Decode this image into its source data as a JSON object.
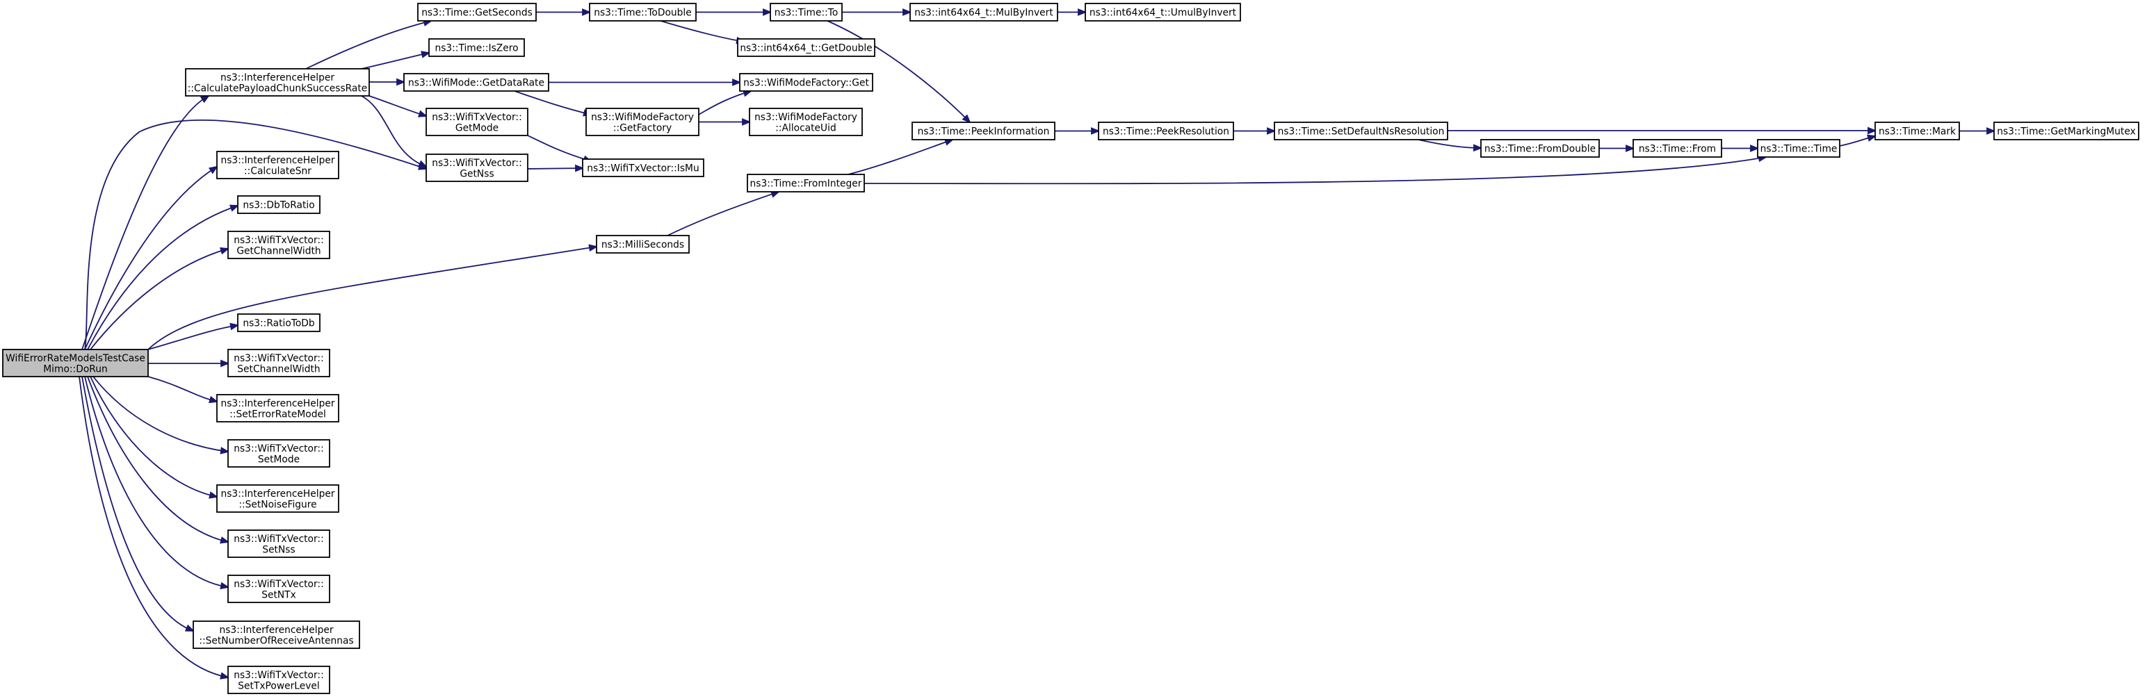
{
  "graph": {
    "root": [
      "WifiErrorRateModelsTestCase",
      "Mimo::DoRun"
    ],
    "nodes": {
      "root": [
        "WifiErrorRateModelsTestCase",
        "Mimo::DoRun"
      ],
      "calcPayload": [
        "ns3::InterferenceHelper",
        "::CalculatePayloadChunkSuccessRate"
      ],
      "calcSnr": [
        "ns3::InterferenceHelper",
        "::CalculateSnr"
      ],
      "dbToRatio": [
        "ns3::DbToRatio"
      ],
      "getChannelWidth": [
        "ns3::WifiTxVector::",
        "GetChannelWidth"
      ],
      "ratioToDb": [
        "ns3::RatioToDb"
      ],
      "setChannelWidth": [
        "ns3::WifiTxVector::",
        "SetChannelWidth"
      ],
      "setErrorRateModel": [
        "ns3::InterferenceHelper",
        "::SetErrorRateModel"
      ],
      "setMode": [
        "ns3::WifiTxVector::",
        "SetMode"
      ],
      "setNoiseFigure": [
        "ns3::InterferenceHelper",
        "::SetNoiseFigure"
      ],
      "setNss": [
        "ns3::WifiTxVector::",
        "SetNss"
      ],
      "setNTx": [
        "ns3::WifiTxVector::",
        "SetNTx"
      ],
      "setNumRx": [
        "ns3::InterferenceHelper",
        "::SetNumberOfReceiveAntennas"
      ],
      "setTxPower": [
        "ns3::WifiTxVector::",
        "SetTxPowerLevel"
      ],
      "getSeconds": [
        "ns3::Time::GetSeconds"
      ],
      "isZero": [
        "ns3::Time::IsZero"
      ],
      "getDataRate": [
        "ns3::WifiMode::GetDataRate"
      ],
      "getMode": [
        "ns3::WifiTxVector::",
        "GetMode"
      ],
      "getNss": [
        "ns3::WifiTxVector::",
        "GetNss"
      ],
      "milliSeconds": [
        "ns3::MilliSeconds"
      ],
      "toDouble": [
        "ns3::Time::ToDouble"
      ],
      "getFactory": [
        "ns3::WifiModeFactory",
        "::GetFactory"
      ],
      "isMu": [
        "ns3::WifiTxVector::IsMu"
      ],
      "timeTo": [
        "ns3::Time::To"
      ],
      "int64GetDouble": [
        "ns3::int64x64_t::GetDouble"
      ],
      "factoryGet": [
        "ns3::WifiModeFactory::Get"
      ],
      "allocateUid": [
        "ns3::WifiModeFactory",
        "::AllocateUid"
      ],
      "fromInteger": [
        "ns3::Time::FromInteger"
      ],
      "mulByInvert": [
        "ns3::int64x64_t::MulByInvert"
      ],
      "umulByInvert": [
        "ns3::int64x64_t::UmulByInvert"
      ],
      "peekInfo": [
        "ns3::Time::PeekInformation"
      ],
      "peekRes": [
        "ns3::Time::PeekResolution"
      ],
      "setDefaultNs": [
        "ns3::Time::SetDefaultNsResolution"
      ],
      "fromDouble": [
        "ns3::Time::FromDouble"
      ],
      "timeFrom": [
        "ns3::Time::From"
      ],
      "timeCtor": [
        "ns3::Time::Time"
      ],
      "mark": [
        "ns3::Time::Mark"
      ],
      "getMarkingMutex": [
        "ns3::Time::GetMarkingMutex"
      ]
    },
    "edges": [
      [
        "root",
        "calcPayload"
      ],
      [
        "root",
        "calcSnr"
      ],
      [
        "root",
        "dbToRatio"
      ],
      [
        "root",
        "getChannelWidth"
      ],
      [
        "root",
        "getNss"
      ],
      [
        "root",
        "milliSeconds"
      ],
      [
        "root",
        "ratioToDb"
      ],
      [
        "root",
        "setChannelWidth"
      ],
      [
        "root",
        "setErrorRateModel"
      ],
      [
        "root",
        "setMode"
      ],
      [
        "root",
        "setNoiseFigure"
      ],
      [
        "root",
        "setNss"
      ],
      [
        "root",
        "setNTx"
      ],
      [
        "root",
        "setNumRx"
      ],
      [
        "root",
        "setTxPower"
      ],
      [
        "calcPayload",
        "getSeconds"
      ],
      [
        "calcPayload",
        "isZero"
      ],
      [
        "calcPayload",
        "getDataRate"
      ],
      [
        "calcPayload",
        "getMode"
      ],
      [
        "calcPayload",
        "getNss"
      ],
      [
        "getSeconds",
        "toDouble"
      ],
      [
        "toDouble",
        "timeTo"
      ],
      [
        "toDouble",
        "int64GetDouble"
      ],
      [
        "timeTo",
        "mulByInvert"
      ],
      [
        "timeTo",
        "peekInfo"
      ],
      [
        "mulByInvert",
        "umulByInvert"
      ],
      [
        "getDataRate",
        "getFactory"
      ],
      [
        "getDataRate",
        "factoryGet"
      ],
      [
        "getFactory",
        "factoryGet"
      ],
      [
        "getFactory",
        "allocateUid"
      ],
      [
        "getMode",
        "isMu"
      ],
      [
        "getNss",
        "isMu"
      ],
      [
        "milliSeconds",
        "fromInteger"
      ],
      [
        "fromInteger",
        "peekInfo"
      ],
      [
        "fromInteger",
        "timeCtor"
      ],
      [
        "peekInfo",
        "peekRes"
      ],
      [
        "peekRes",
        "setDefaultNs"
      ],
      [
        "setDefaultNs",
        "fromDouble"
      ],
      [
        "setDefaultNs",
        "mark"
      ],
      [
        "fromDouble",
        "timeFrom"
      ],
      [
        "timeFrom",
        "timeCtor"
      ],
      [
        "timeCtor",
        "mark"
      ],
      [
        "mark",
        "getMarkingMutex"
      ]
    ],
    "colors": {
      "edge": "#191970",
      "border": "#000000",
      "root_fill": "#bfbfbf",
      "node_fill": "#ffffff"
    }
  }
}
